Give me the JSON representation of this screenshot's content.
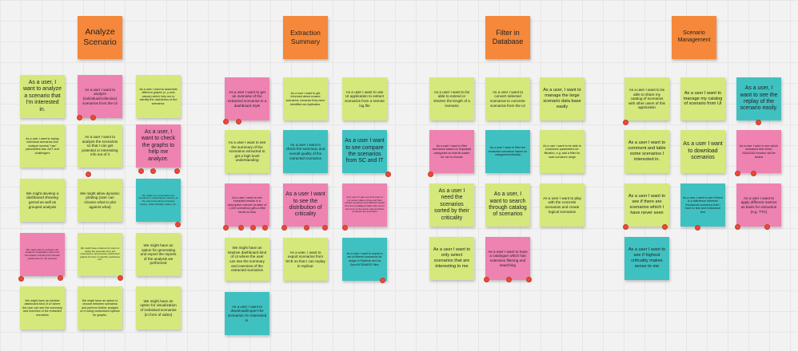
{
  "board": {
    "headers": [
      {
        "label": "Analyze Scenario"
      },
      {
        "label": "Extraction Summary"
      },
      {
        "label": "Filter in Database"
      },
      {
        "label": "Scenario Management"
      }
    ],
    "notes": [
      {
        "text": "As a user, I want to analyze a scenario that I'm interested in.",
        "color": "#d5e87c"
      },
      {
        "text": "As a user I want to replay individual scenarios and analyze several \"raw\" parameters btw. AUT and challengers",
        "color": "#d5e87c"
      },
      {
        "text": "We might develop a dashboard showing genral as well as grouped analysis",
        "color": "#d5e87c"
      },
      {
        "text": "We might want to enhance the Analyzer visualization with more information including the relevant parameters for the scenario",
        "color": "#ee82b0"
      },
      {
        "text": "We might have an intuitive dashboard kind of UI where the user can see the summary and overview of the extracted scenarios",
        "color": "#d5e87c"
      },
      {
        "text": "As a user I want to analyze (individual/collective) scenarios from the UI",
        "color": "#ee82b0"
      },
      {
        "text": "As a user I want to analyze the scenarios so that I can get potential or interesting info out of it",
        "color": "#d5e87c"
      },
      {
        "text": "We might allow dynamic plotting (user can choose what to plot against what)",
        "color": "#d5e87c"
      },
      {
        "text": "We might have a feature for users to replay the scenarios they are interested in and provide customized graphs for them to identify usefulness of it.",
        "color": "#d5e87c"
      },
      {
        "text": "We might have an option to choose between scenarios and perform further analysis on it using customized options for graphs.",
        "color": "#d5e87c"
      },
      {
        "text": "As a user I want to assemble different graphs (x, y axis values) which help me to identify the usefulness of the scenarios.",
        "color": "#d5e87c"
      },
      {
        "text": "As a user, I want to check the graphs to help me analyze.",
        "color": "#ee82b0"
      },
      {
        "text": "We might try to summarize the scenarios in a descriptive manner, so the user know what a scenario means, what criticality means, etc.",
        "color": "#40c1c1"
      },
      {
        "text": "We might have an option for generating and export the reports of the analysis we performed",
        "color": "#d5e87c"
      },
      {
        "text": "We might have an option for visualization of individual scenarios (in form of video)",
        "color": "#d5e87c"
      },
      {
        "text": "As a user I want to get an overview of the extracted scenarios in a dashboard style",
        "color": "#ee82b0"
      },
      {
        "text": "As a user I want to see the summary of the scenarios extracted to get a high level understanding",
        "color": "#d5e87c"
      },
      {
        "text": "As a user I want to see extracted results in a descriptive manner (a table of 1,000 scenarios) gets a little hectic to view",
        "color": "#ee82b0"
      },
      {
        "text": "We might have an intuitive dashboard kind of UI where the user can see the summary and overview of the extracted scenarios",
        "color": "#d5e87c"
      },
      {
        "text": "As a user I want to download/import the scenarios I'm interested in.",
        "color": "#40c1c1"
      },
      {
        "text": "As a user I want to get informed about erased scenarios, because they were identified as duplicates.",
        "color": "#d5e87c"
      },
      {
        "text": "As a user I want to check the summary and overall quality of the extracted scenarios",
        "color": "#40c1c1"
      },
      {
        "text": "As a user I want to see the distribution of criticality",
        "color": "#ee82b0"
      },
      {
        "text": "As a user, I want to export scenarios from SCE so that I can replay in replicar",
        "color": "#d5e87c"
      },
      {
        "text": "As a user I want to use UI application to extract scenarios from a remote log file",
        "color": "#d5e87c"
      },
      {
        "text": "As a user I want to see compare the scenarios from SC and IT",
        "color": "#40c1c1"
      },
      {
        "text": "As a user if I give any time hour of my sensor data is done and then extract scenarios how different would it be from Intelligent traffic that ran for one hour on the same map and then produced the scenarios",
        "color": "#ee82b0"
      },
      {
        "text": "As a user I want to export a set of filtered scenarios for usage in Replicar and as OpenSCENARIO files.",
        "color": "#40c1c1"
      },
      {
        "text": "As a user I want to be able to extend or shorten the length of a scenario",
        "color": "#d5e87c"
      },
      {
        "text": "As a user I want to filter scenarios based on important categories so that its easier for me to choose",
        "color": "#ee82b0"
      },
      {
        "text": "As a user I need the scenarios sorted by their criticality",
        "color": "#d5e87c"
      },
      {
        "text": "As a user I want to only select scenarios that are interesting to me",
        "color": "#d5e87c"
      },
      {
        "text": "As a user I want to convert selected scenarios to concrete scenarios from the UI",
        "color": "#d5e87c"
      },
      {
        "text": "As a user I want to filter the extracted scenarios based on categories/criticality",
        "color": "#40c1c1"
      },
      {
        "text": "As a user, I want to search through catalog of scenarios",
        "color": "#d5e87c"
      },
      {
        "text": "As a user I want to have a catalogue which has extensive filtering and searching",
        "color": "#ee82b0"
      },
      {
        "text": "As a user, I want to manage the large scenario data base easily",
        "color": "#d5e87c"
      },
      {
        "text": "As a user I want to be able to customize parameters for filtration, e.g. add a filter for road curvature range",
        "color": "#d5e87c"
      },
      {
        "text": "As a user I want to play with the concrete scenarios and create logical scenarios",
        "color": "#d5e87c"
      },
      {
        "text": "As a user I want to be able to share my catalog of scenarios with other users of this application",
        "color": "#d5e87c"
      },
      {
        "text": "As a user I want to comment and lable some scenarios I interested in.",
        "color": "#d5e87c"
      },
      {
        "text": "As a user I want to see if there are scenarios which I have never seen",
        "color": "#d5e87c"
      },
      {
        "text": "As a user I want to see if highest criticality makes sense to me",
        "color": "#40c1c1"
      },
      {
        "text": "As a user I want to manage my catalog of scenario from UI",
        "color": "#d5e87c"
      },
      {
        "text": "As a user I want to download scenarios",
        "color": "#d5e87c"
      },
      {
        "text": "As a user I want to see if there is a difference between thousands scenarios that I have to test and endurance test",
        "color": "#40c1c1"
      },
      {
        "text": "As a user, I want to see the replay of the scenario easily.",
        "color": "#40c1c1"
      },
      {
        "text": "As a user I want to see which scenarios test which ADAS/AD function will be tested",
        "color": "#ee82b0"
      },
      {
        "text": "As a user I want to apply different metrics as basis for extraction (e.g. TTC)",
        "color": "#ee82b0"
      }
    ],
    "colors": {
      "header": "#f5883a",
      "lime": "#d5e87c",
      "pink": "#ee82b0",
      "teal": "#40c1c1",
      "vote_dot": "#ea4a38",
      "background": "#f2f2f2"
    }
  }
}
